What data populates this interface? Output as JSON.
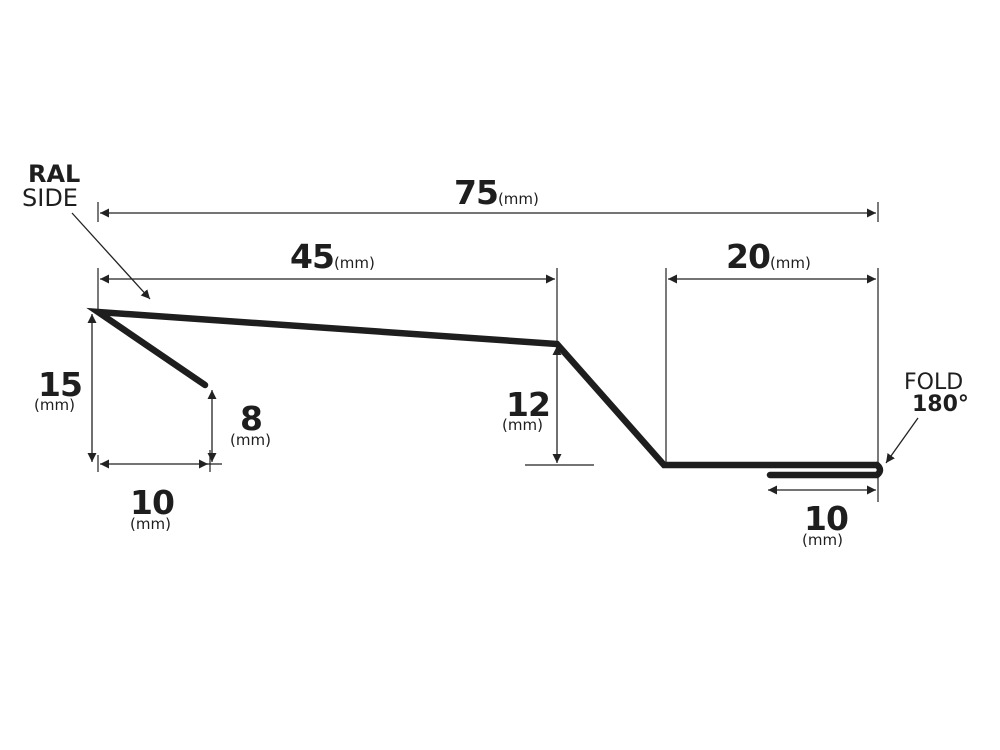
{
  "labels": {
    "ral": "RAL",
    "side": "SIDE",
    "fold": "FOLD",
    "fold_angle": "180°"
  },
  "dimensions": {
    "overall": {
      "value": "75",
      "unit": "(mm)"
    },
    "top_flat": {
      "value": "45",
      "unit": "(mm)"
    },
    "right_flat": {
      "value": "20",
      "unit": "(mm)"
    },
    "left_height": {
      "value": "15",
      "unit": "(mm)"
    },
    "drip_height": {
      "value": "8",
      "unit": "(mm)"
    },
    "drip_width": {
      "value": "10",
      "unit": "(mm)"
    },
    "step_height": {
      "value": "12",
      "unit": "(mm)"
    },
    "hem_length": {
      "value": "10",
      "unit": "(mm)"
    }
  },
  "colors": {
    "profile": "#1e1e1e",
    "dimension_line": "#222222",
    "background": "#ffffff"
  }
}
